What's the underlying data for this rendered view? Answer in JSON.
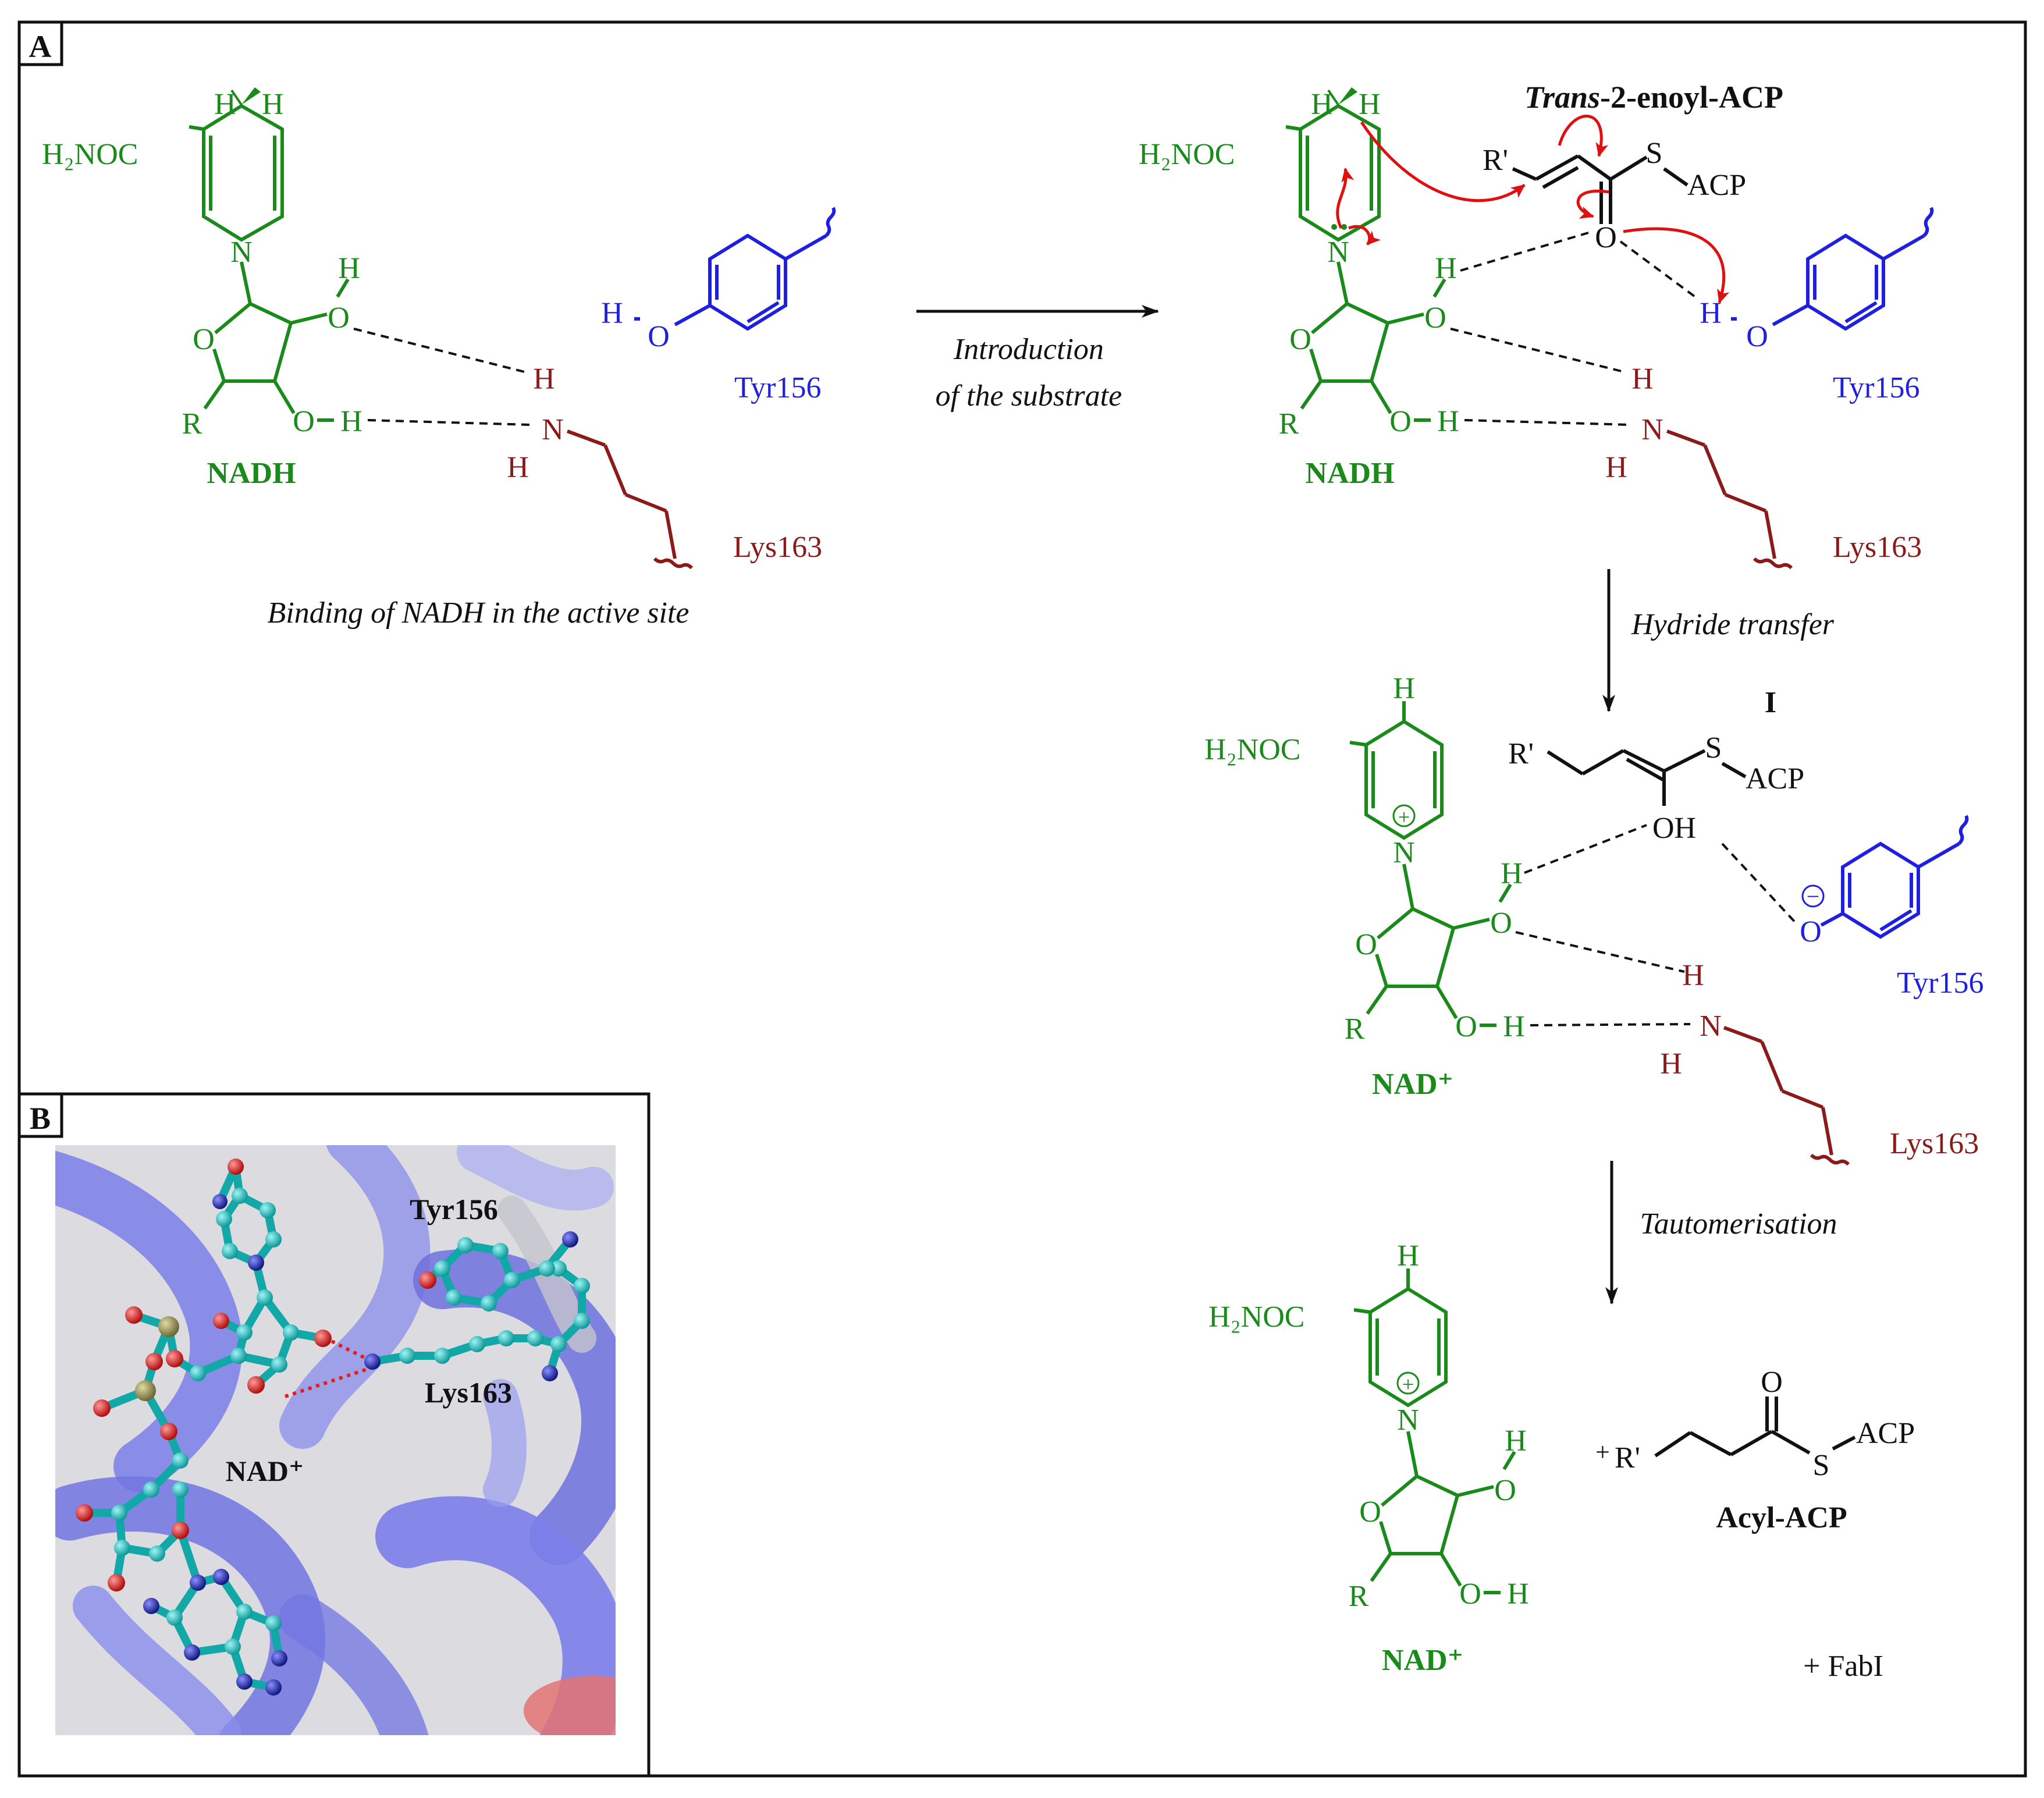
{
  "colors": {
    "nad": "#1a8a1a",
    "tyr": "#1f1fe0",
    "lys": "#8b1a1a",
    "black": "#111111",
    "arrow_red": "#e01010",
    "protein": "#6a6ee6",
    "carbon": "#19bcbc",
    "oxygen": "#e11d1d",
    "nitrogen": "#1c22a8",
    "phosphorus": "#8f8a4a"
  },
  "panels": {
    "a_label": "A",
    "b_label": "B"
  },
  "labels": {
    "h2noc": "H₂NOC",
    "h": "H",
    "o": "O",
    "n": "N",
    "r": "R",
    "r_prime": "R'",
    "s": "S",
    "acp": "ACP",
    "oh": "OH",
    "plus_sign": "+",
    "minus_sign": "−",
    "nadh": "NADH",
    "nad_plus": "NAD⁺",
    "tyr156": "Tyr156",
    "lys163": "Lys163",
    "intermediate": "I",
    "substrate_trans": "Trans",
    "substrate_rest": "-2-enoyl-ACP",
    "acyl_acp": "Acyl-ACP",
    "plus_fabi": "+ FabI",
    "plus_r": "+"
  },
  "steps": {
    "binding": "Binding of NADH in the active site",
    "intro_line1": "Introduction",
    "intro_line2": "of the substrate",
    "hydride": "Hydride transfer",
    "tautomerisation": "Tautomerisation"
  },
  "panel_b_labels": {
    "tyr156": "Tyr156",
    "lys163": "Lys163",
    "nad_plus": "NAD⁺"
  }
}
